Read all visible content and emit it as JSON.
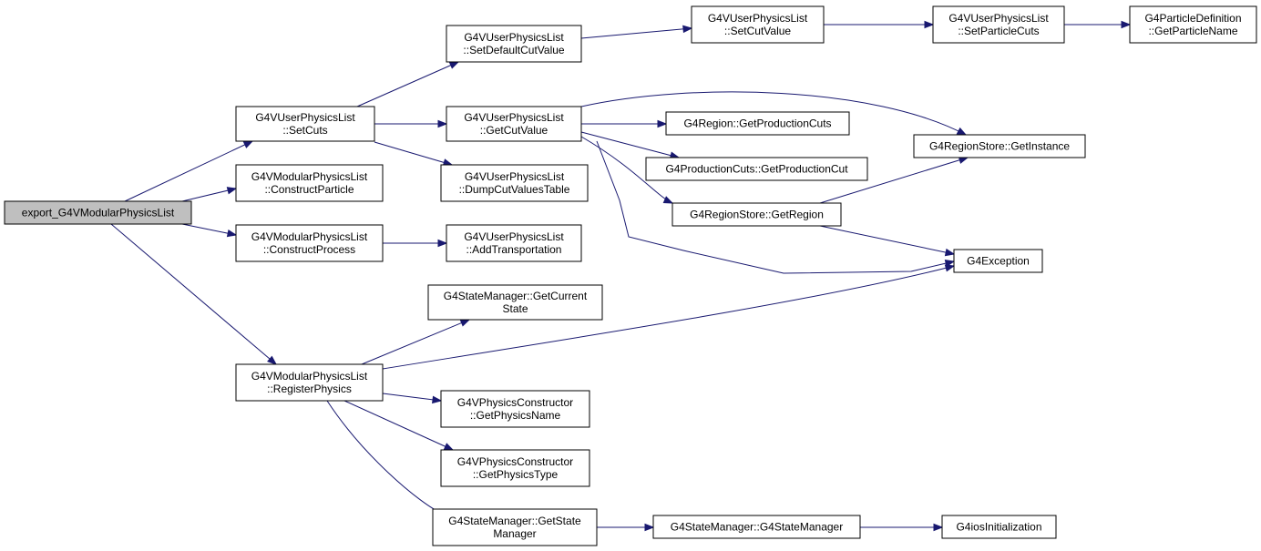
{
  "nodes": [
    {
      "id": "root",
      "lines": [
        "export_G4VModularPhysicsList"
      ],
      "root": true
    },
    {
      "id": "setcuts",
      "lines": [
        "G4VUserPhysicsList",
        "::SetCuts"
      ]
    },
    {
      "id": "constructparticle",
      "lines": [
        "G4VModularPhysicsList",
        "::ConstructParticle"
      ]
    },
    {
      "id": "constructprocess",
      "lines": [
        "G4VModularPhysicsList",
        "::ConstructProcess"
      ]
    },
    {
      "id": "registerphysics",
      "lines": [
        "G4VModularPhysicsList",
        "::RegisterPhysics"
      ]
    },
    {
      "id": "setdefaultcutvalue",
      "lines": [
        "G4VUserPhysicsList",
        "::SetDefaultCutValue"
      ]
    },
    {
      "id": "getcutvalue",
      "lines": [
        "G4VUserPhysicsList",
        "::GetCutValue"
      ]
    },
    {
      "id": "dumpcutvaluestable",
      "lines": [
        "G4VUserPhysicsList",
        "::DumpCutValuesTable"
      ]
    },
    {
      "id": "addtransportation",
      "lines": [
        "G4VUserPhysicsList",
        "::AddTransportation"
      ]
    },
    {
      "id": "getcurrentstate",
      "lines": [
        "G4StateManager::GetCurrent",
        "State"
      ]
    },
    {
      "id": "getphysicsname",
      "lines": [
        "G4VPhysicsConstructor",
        "::GetPhysicsName"
      ]
    },
    {
      "id": "getphysicstype",
      "lines": [
        "G4VPhysicsConstructor",
        "::GetPhysicsType"
      ]
    },
    {
      "id": "getstatemanager",
      "lines": [
        "G4StateManager::GetState",
        "Manager"
      ]
    },
    {
      "id": "setcutvalue",
      "lines": [
        "G4VUserPhysicsList",
        "::SetCutValue"
      ]
    },
    {
      "id": "getproductioncuts",
      "lines": [
        "G4Region::GetProductionCuts"
      ]
    },
    {
      "id": "getproductioncut",
      "lines": [
        "G4ProductionCuts::GetProductionCut"
      ]
    },
    {
      "id": "getregion",
      "lines": [
        "G4RegionStore::GetRegion"
      ]
    },
    {
      "id": "g4statemanagerctor",
      "lines": [
        "G4StateManager::G4StateManager"
      ]
    },
    {
      "id": "setparticlecuts",
      "lines": [
        "G4VUserPhysicsList",
        "::SetParticleCuts"
      ]
    },
    {
      "id": "getinstance",
      "lines": [
        "G4RegionStore::GetInstance"
      ]
    },
    {
      "id": "g4exception",
      "lines": [
        "G4Exception"
      ]
    },
    {
      "id": "g4iosinit",
      "lines": [
        "G4iosInitialization"
      ]
    },
    {
      "id": "getparticlename",
      "lines": [
        "G4ParticleDefinition",
        "::GetParticleName"
      ]
    }
  ],
  "edges": [
    [
      "root",
      "setcuts"
    ],
    [
      "root",
      "constructparticle"
    ],
    [
      "root",
      "constructprocess"
    ],
    [
      "root",
      "registerphysics"
    ],
    [
      "setcuts",
      "setdefaultcutvalue"
    ],
    [
      "setcuts",
      "getcutvalue"
    ],
    [
      "setcuts",
      "dumpcutvaluestable"
    ],
    [
      "constructprocess",
      "addtransportation"
    ],
    [
      "registerphysics",
      "getcurrentstate"
    ],
    [
      "registerphysics",
      "getphysicsname"
    ],
    [
      "registerphysics",
      "getphysicstype"
    ],
    [
      "registerphysics",
      "getstatemanager"
    ],
    [
      "registerphysics",
      "g4exception"
    ],
    [
      "setdefaultcutvalue",
      "setcutvalue"
    ],
    [
      "getcutvalue",
      "getproductioncuts"
    ],
    [
      "getcutvalue",
      "getproductioncut"
    ],
    [
      "getcutvalue",
      "getregion"
    ],
    [
      "getcutvalue",
      "getinstance"
    ],
    [
      "getcutvalue",
      "g4exception"
    ],
    [
      "getregion",
      "getinstance"
    ],
    [
      "getregion",
      "g4exception"
    ],
    [
      "getstatemanager",
      "g4statemanagerctor"
    ],
    [
      "g4statemanagerctor",
      "g4iosinit"
    ],
    [
      "setcutvalue",
      "setparticlecuts"
    ],
    [
      "setparticlecuts",
      "getparticlename"
    ]
  ]
}
